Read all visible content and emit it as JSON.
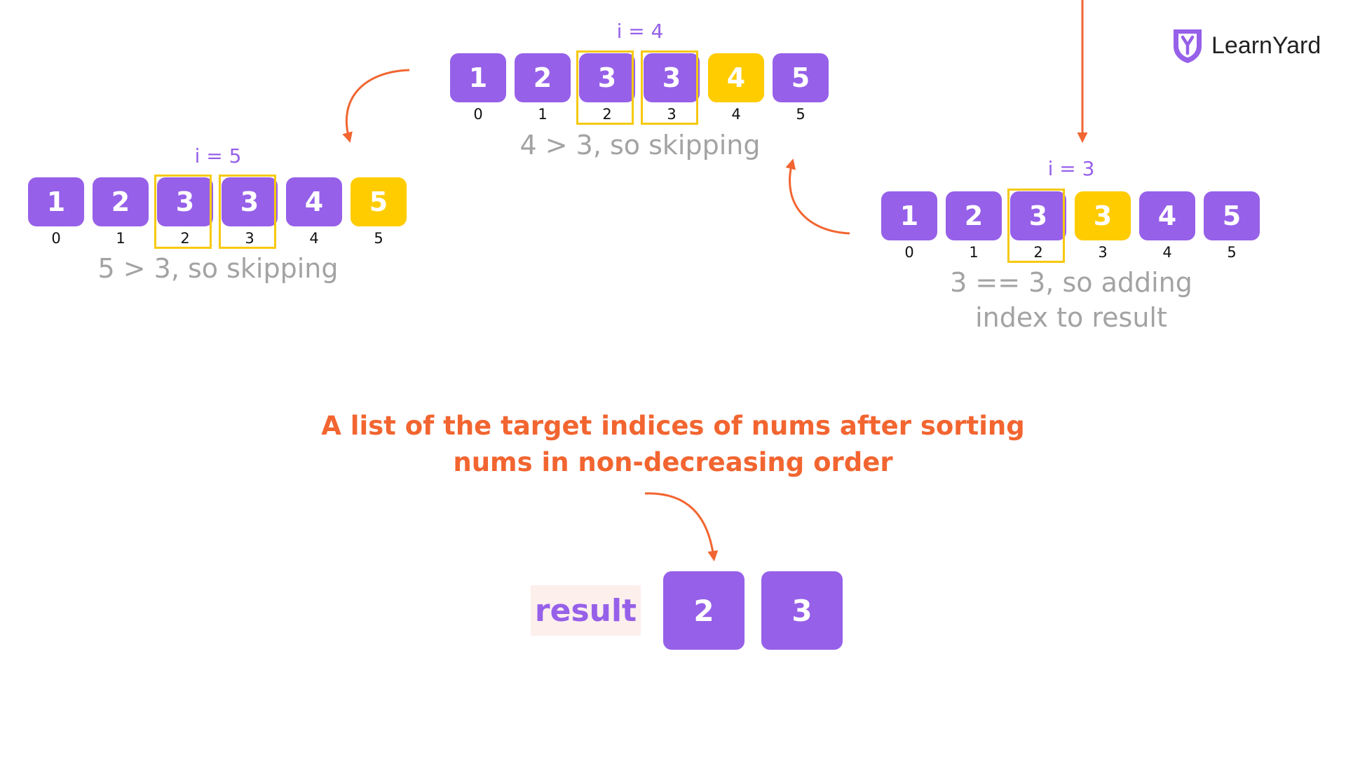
{
  "brand": {
    "name": "LearnYard",
    "logo_icon": "ly-shield-logo-icon"
  },
  "steps": [
    {
      "id": "step-i5",
      "label": "i = 5",
      "values": [
        "1",
        "2",
        "3",
        "3",
        "4",
        "5"
      ],
      "indices": [
        "0",
        "1",
        "2",
        "3",
        "4",
        "5"
      ],
      "current_index": 5,
      "highlighted_indices": [
        2,
        3
      ],
      "caption": "5 > 3, so skipping"
    },
    {
      "id": "step-i4",
      "label": "i = 4",
      "values": [
        "1",
        "2",
        "3",
        "3",
        "4",
        "5"
      ],
      "indices": [
        "0",
        "1",
        "2",
        "3",
        "4",
        "5"
      ],
      "current_index": 4,
      "highlighted_indices": [
        2,
        3
      ],
      "caption": "4 > 3, so skipping"
    },
    {
      "id": "step-i3",
      "label": "i = 3",
      "values": [
        "1",
        "2",
        "3",
        "3",
        "4",
        "5"
      ],
      "indices": [
        "0",
        "1",
        "2",
        "3",
        "4",
        "5"
      ],
      "current_index": 3,
      "highlighted_indices": [
        2
      ],
      "caption": "3 == 3, so adding index to result"
    }
  ],
  "definition": "A list of the target indices of nums after sorting nums in non-decreasing order",
  "result": {
    "label": "result",
    "values": [
      "2",
      "3"
    ]
  },
  "colors": {
    "cell": "#9660E9",
    "current_cell": "#FFCC00",
    "highlight_border": "#F6C90E",
    "caption": "#A3A3A3",
    "definition": "#F26530",
    "arrow": "#F26530",
    "result_label_bg": "#FDEFEC"
  }
}
